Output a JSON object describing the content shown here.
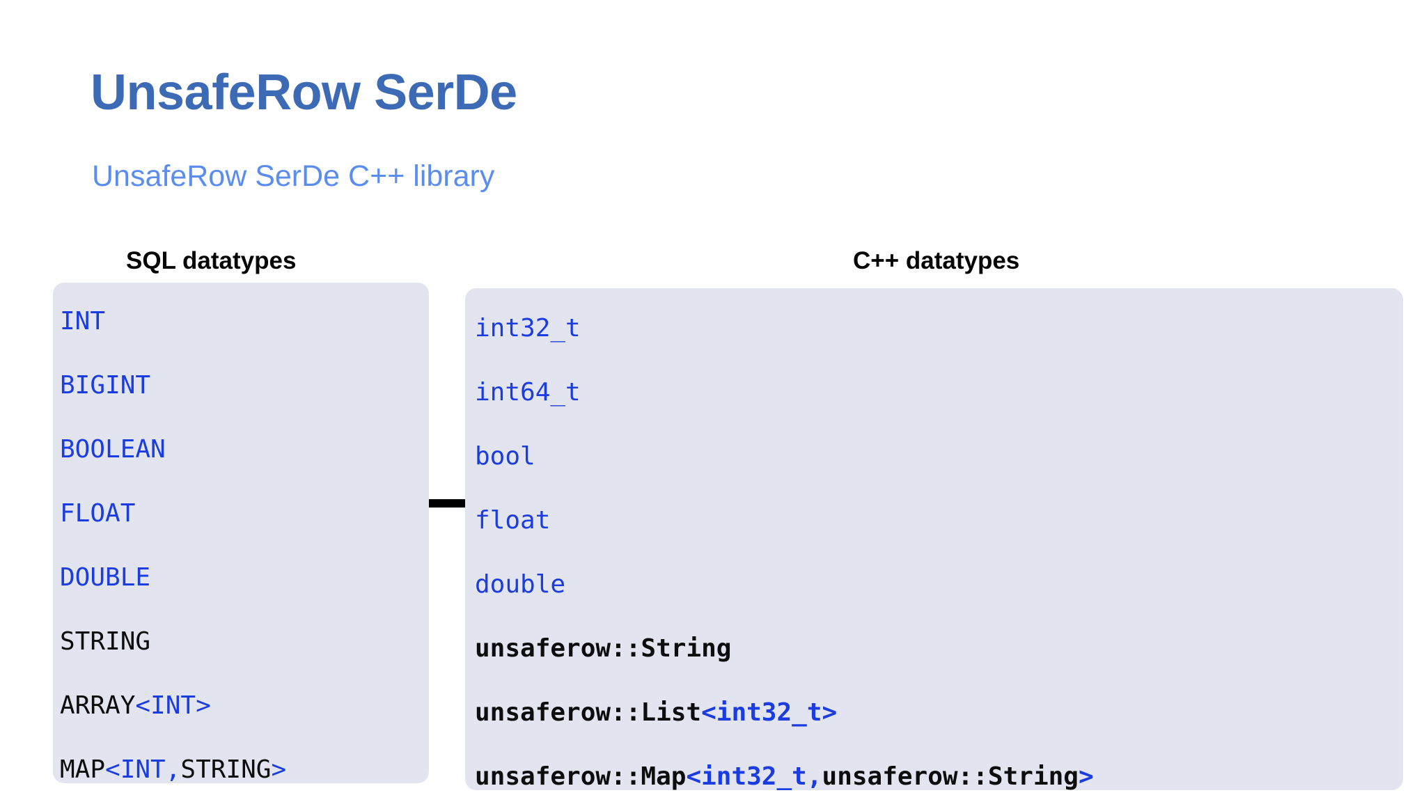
{
  "slide": {
    "title": "UnsafeRow SerDe",
    "subtitle": "UnsafeRow SerDe C++ library",
    "title_color": "#3d6ab5",
    "subtitle_color": "#5b8def",
    "background_color": "#ffffff"
  },
  "columns": {
    "left_header": "SQL datatypes",
    "right_header": "C++ datatypes",
    "header_color": "#050505",
    "arrow": {
      "icon": "double-headed-arrow-icon",
      "color": "#000000",
      "direction": "both"
    }
  },
  "panel_style": {
    "background_color": "#e2e5f0",
    "code_blue": "#1a3ce0",
    "code_black": "#0d0d0d"
  },
  "sql_types": [
    {
      "plain": "INT",
      "weight": "normal",
      "tokens": [
        {
          "text": "INT",
          "color": "blue"
        }
      ]
    },
    {
      "plain": "BIGINT",
      "weight": "normal",
      "tokens": [
        {
          "text": "BIGINT",
          "color": "blue"
        }
      ]
    },
    {
      "plain": "BOOLEAN",
      "weight": "normal",
      "tokens": [
        {
          "text": "BOOLEAN",
          "color": "blue"
        }
      ]
    },
    {
      "plain": "FLOAT",
      "weight": "normal",
      "tokens": [
        {
          "text": "FLOAT",
          "color": "blue"
        }
      ]
    },
    {
      "plain": "DOUBLE",
      "weight": "normal",
      "tokens": [
        {
          "text": "DOUBLE",
          "color": "blue"
        }
      ]
    },
    {
      "plain": "STRING",
      "weight": "normal",
      "tokens": [
        {
          "text": "STRING",
          "color": "black"
        }
      ]
    },
    {
      "plain": "ARRAY<INT>",
      "weight": "normal",
      "tokens": [
        {
          "text": "ARRAY",
          "color": "black"
        },
        {
          "text": "<INT>",
          "color": "blue"
        }
      ]
    },
    {
      "plain": "MAP<INT,STRING>",
      "weight": "normal",
      "tokens": [
        {
          "text": "MAP",
          "color": "black"
        },
        {
          "text": "<INT,",
          "color": "blue"
        },
        {
          "text": "STRING",
          "color": "black"
        },
        {
          "text": ">",
          "color": "blue"
        }
      ]
    }
  ],
  "cpp_types": [
    {
      "plain": "int32_t",
      "weight": "normal",
      "tokens": [
        {
          "text": "int32_t",
          "color": "blue"
        }
      ]
    },
    {
      "plain": "int64_t",
      "weight": "normal",
      "tokens": [
        {
          "text": "int64_t",
          "color": "blue"
        }
      ]
    },
    {
      "plain": "bool",
      "weight": "normal",
      "tokens": [
        {
          "text": "bool",
          "color": "blue"
        }
      ]
    },
    {
      "plain": "float",
      "weight": "normal",
      "tokens": [
        {
          "text": "float",
          "color": "blue"
        }
      ]
    },
    {
      "plain": "double",
      "weight": "normal",
      "tokens": [
        {
          "text": "double",
          "color": "blue"
        }
      ]
    },
    {
      "plain": "unsaferow::String",
      "weight": "bold",
      "tokens": [
        {
          "text": "unsaferow::String",
          "color": "black"
        }
      ]
    },
    {
      "plain": "unsaferow::List<int32_t>",
      "weight": "bold",
      "tokens": [
        {
          "text": "unsaferow::List",
          "color": "black"
        },
        {
          "text": "<int32_t>",
          "color": "blue"
        }
      ]
    },
    {
      "plain": "unsaferow::Map<int32_t, unsaferow::String>",
      "weight": "bold",
      "tokens": [
        {
          "text": "unsaferow::Map",
          "color": "black"
        },
        {
          "text": "<int32_t,",
          "color": "blue"
        },
        {
          "text": " unsaferow::String",
          "color": "black"
        },
        {
          "text": ">",
          "color": "blue"
        }
      ]
    }
  ]
}
